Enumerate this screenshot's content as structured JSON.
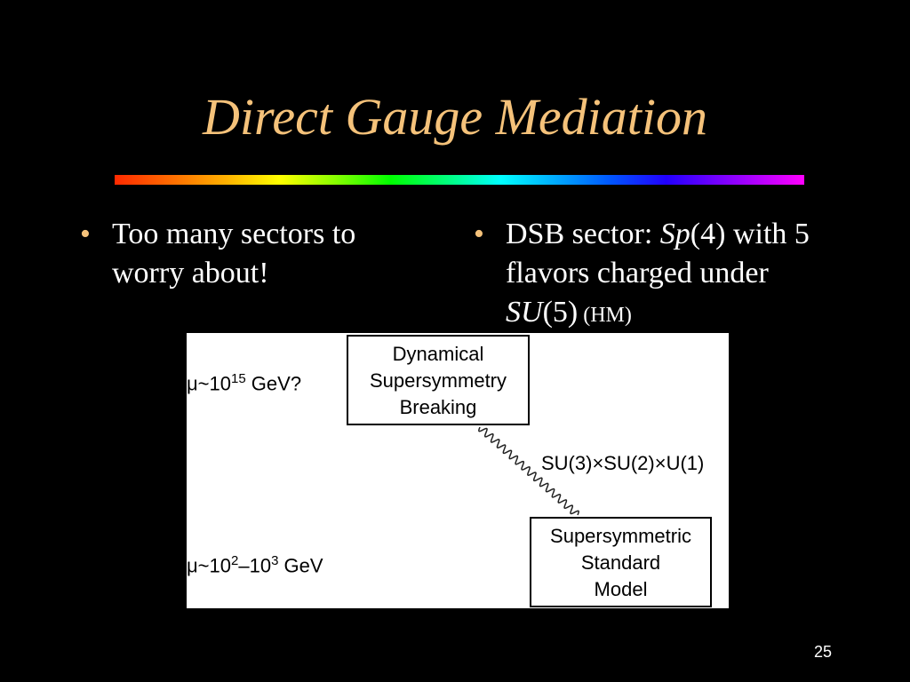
{
  "slide": {
    "title": "Direct Gauge Mediation",
    "page_number": "25",
    "colors": {
      "background": "#000000",
      "title": "#f5c27a",
      "text": "#ffffff",
      "bullet": "#f5c27a"
    }
  },
  "bullets": [
    {
      "marker": "•",
      "text": "Too many sectors to worry about!"
    },
    {
      "marker": "•",
      "prefix": "DSB sector: ",
      "group_italic": "Sp",
      "group_arg": "(4)",
      "middle": " with 5 flavors charged under ",
      "charge_italic": "SU",
      "charge_arg": "(5)",
      "note": " (HM)"
    }
  ],
  "figure": {
    "top_box": [
      "Dynamical",
      "Supersymmetry",
      "Breaking"
    ],
    "bottom_box": [
      "Supersymmetric",
      "Standard",
      "Model"
    ],
    "top_scale": {
      "prefix": "μ~10",
      "exp": "15",
      "suffix": " GeV?"
    },
    "bottom_scale": {
      "prefix": "μ~10",
      "exp1": "2",
      "mid": "–10",
      "exp2": "3",
      "suffix": " GeV"
    },
    "gauge_group": "SU(3)×SU(2)×U(1)"
  }
}
